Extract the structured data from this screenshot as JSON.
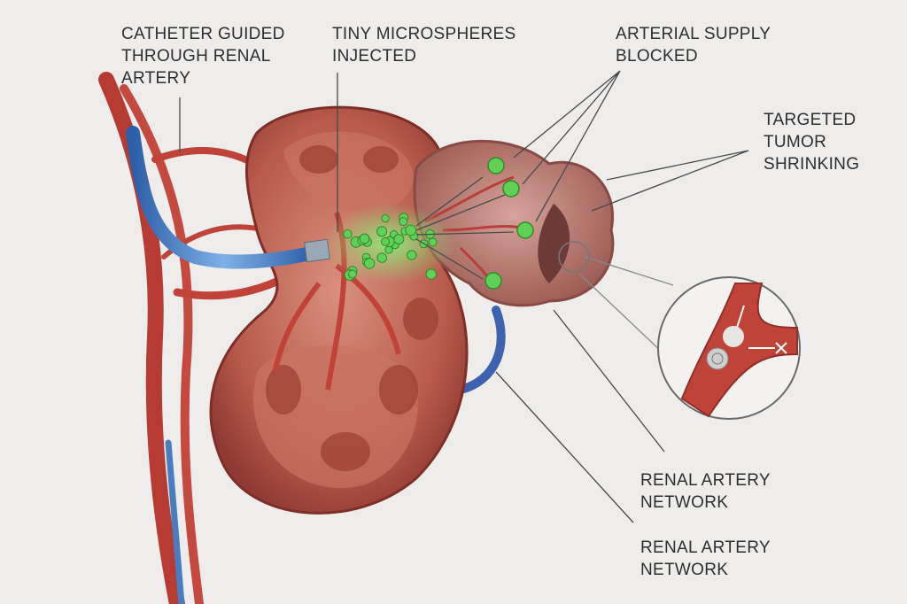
{
  "labels": {
    "catheter": [
      "CATHETER GUIDED",
      "THROUGH RENAL",
      "ARTERY"
    ],
    "microspheres": [
      "TINY MICROSPHERES",
      "INJECTED"
    ],
    "arterial": [
      "ARTERIAL SUPPLY",
      "BLOCKED"
    ],
    "tumor": [
      "TARGETED",
      "TUMOR",
      "SHRINKING"
    ],
    "network1": [
      "RENAL ARTERY",
      "NETWORK"
    ],
    "network2": [
      "RENAL ARTERY",
      "NETWORK"
    ]
  },
  "colors": {
    "background": "#eeedec",
    "artery": "#c0433a",
    "kidney": "#b5574a",
    "catheter": "#3f73b8",
    "microsphere": "#5fcf5a",
    "tumor": "#b07068",
    "text": "#2e2e2e"
  }
}
